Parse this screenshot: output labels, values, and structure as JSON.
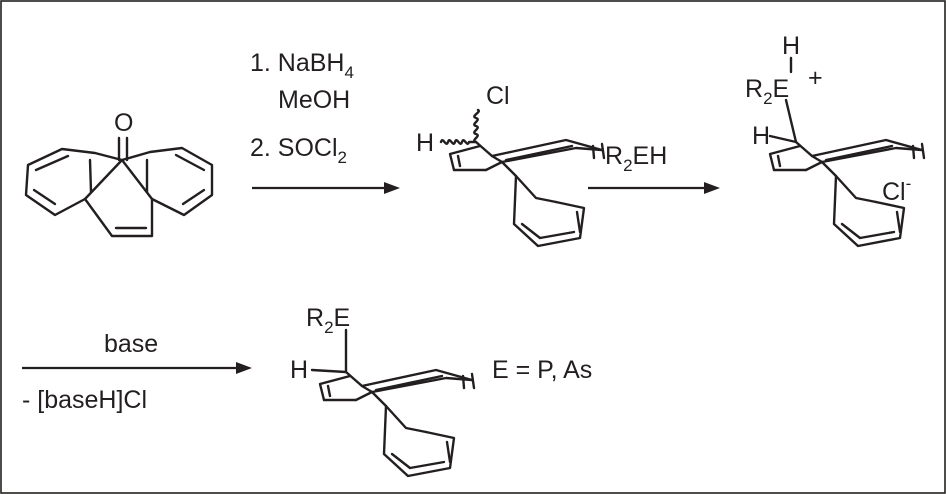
{
  "scheme": {
    "step1": {
      "line1_prefix": "1.  NaBH",
      "line1_sub": "4",
      "line2": "MeOH",
      "line3_prefix": "2.  SOCl",
      "line3_sub": "2"
    },
    "step2": {
      "r": "R",
      "sub": "2",
      "eh": "EH"
    },
    "step3": {
      "reagent": "base",
      "byproduct": "- [baseH]Cl"
    },
    "product1": {
      "cl": "Cl",
      "h": "H"
    },
    "product2": {
      "h_top": "H",
      "r": "R",
      "r_sub": "2",
      "e": "E",
      "charge": "+",
      "h_left": "H",
      "counterion": "Cl",
      "counterion_charge": "-"
    },
    "product3": {
      "r": "R",
      "r_sub": "2",
      "e": "E",
      "h": "H"
    },
    "legend": "E = P, As",
    "starting_material": {
      "oxygen": "O"
    }
  }
}
